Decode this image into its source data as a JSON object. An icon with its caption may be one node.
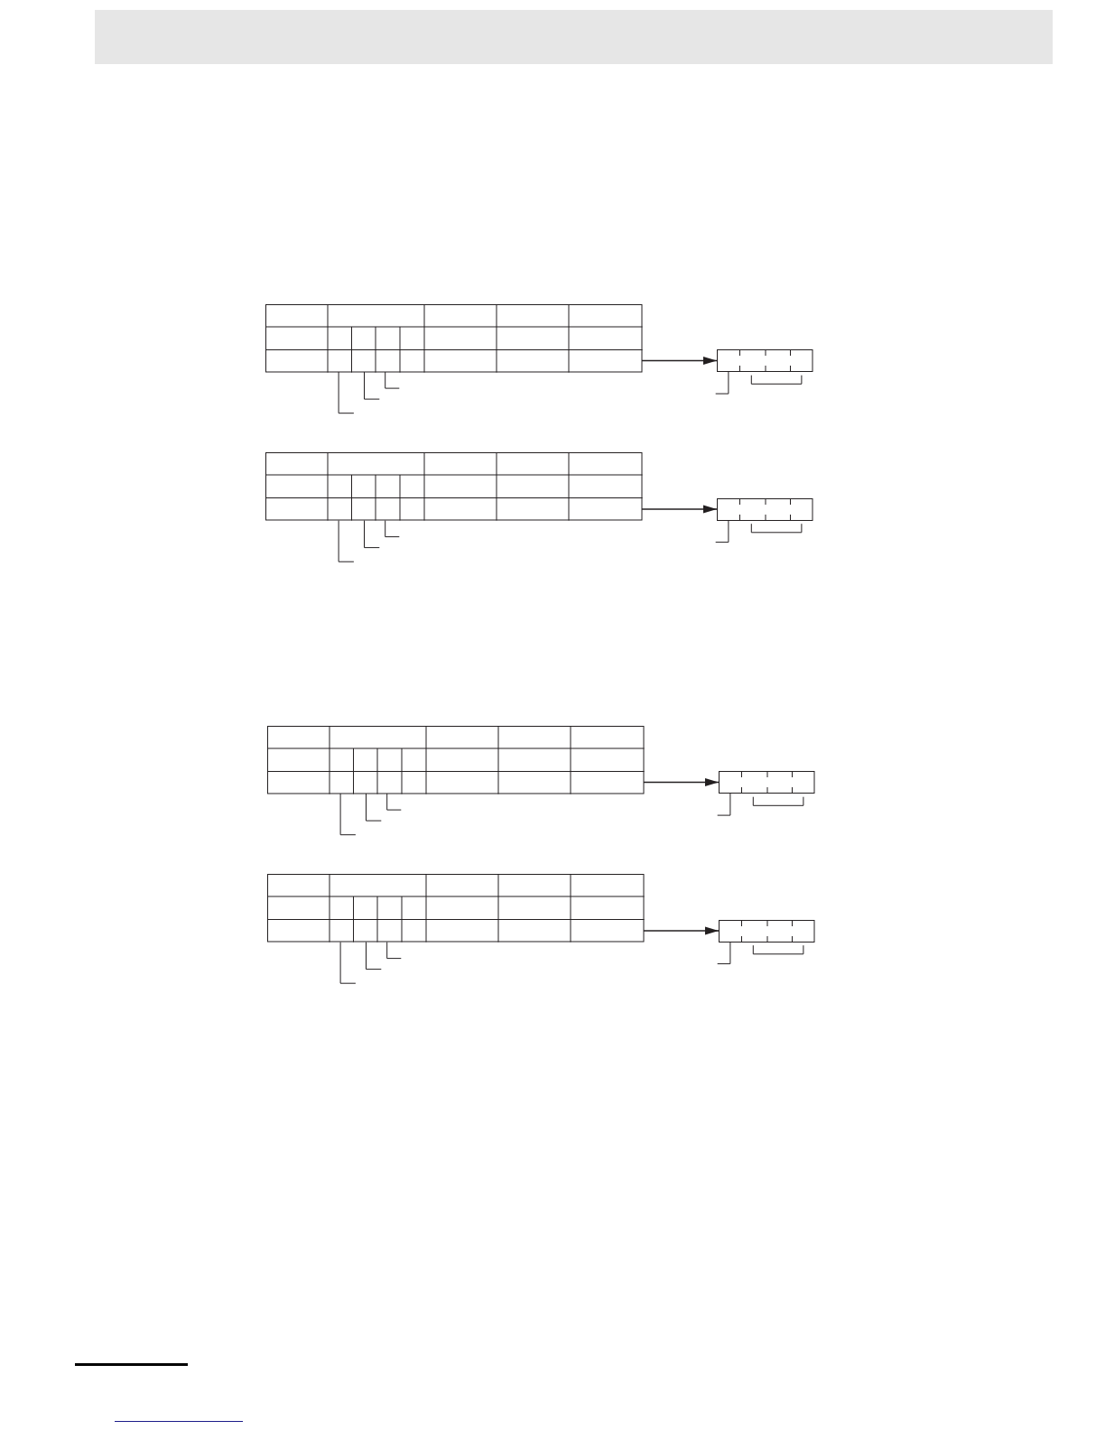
{
  "diagram": {
    "nodes": [
      {
        "text": [],
        "shape": "box"
      },
      {
        "text": [],
        "shape": "box"
      },
      {
        "text": [],
        "shape": "box"
      },
      {
        "text": [],
        "shape": "box"
      },
      {
        "text": [],
        "shape": "box"
      },
      {
        "text": [],
        "shape": "box"
      },
      {
        "text": [],
        "shape": "box"
      },
      {
        "text": [],
        "shape": "box"
      }
    ],
    "edges": [
      {
        "from": 0,
        "to": 1,
        "arrow": "to"
      },
      {
        "from": 2,
        "to": 3,
        "arrow": "to"
      },
      {
        "from": 4,
        "to": 5,
        "arrow": "to"
      },
      {
        "from": 6,
        "to": 7,
        "arrow": "to"
      },
      {
        "from": null,
        "to": 0,
        "arrow": "none"
      },
      {
        "from": null,
        "to": 0,
        "arrow": "none"
      },
      {
        "from": null,
        "to": 0,
        "arrow": "none"
      },
      {
        "from": null,
        "to": 1,
        "arrow": "none"
      },
      {
        "from": null,
        "to": 2,
        "arrow": "none"
      },
      {
        "from": null,
        "to": 2,
        "arrow": "none"
      },
      {
        "from": null,
        "to": 2,
        "arrow": "none"
      },
      {
        "from": null,
        "to": 3,
        "arrow": "none"
      },
      {
        "from": null,
        "to": 4,
        "arrow": "none"
      },
      {
        "from": null,
        "to": 4,
        "arrow": "none"
      },
      {
        "from": null,
        "to": 4,
        "arrow": "none"
      },
      {
        "from": null,
        "to": 5,
        "arrow": "none"
      },
      {
        "from": null,
        "to": 6,
        "arrow": "none"
      },
      {
        "from": null,
        "to": 6,
        "arrow": "none"
      },
      {
        "from": null,
        "to": 6,
        "arrow": "none"
      },
      {
        "from": null,
        "to": 7,
        "arrow": "none"
      }
    ]
  }
}
